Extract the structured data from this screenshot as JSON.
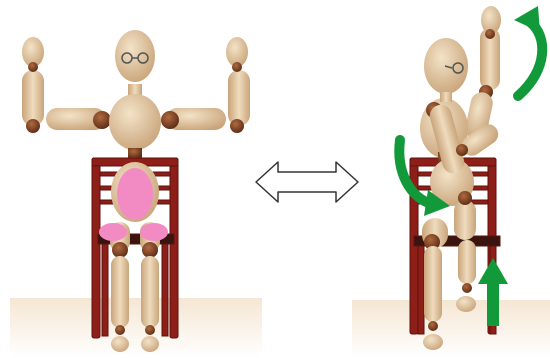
{
  "scene": {
    "left_figure": {
      "pose": "seated-arms-raised",
      "highlight_color": "#f28bc4",
      "highlighted_regions": [
        "abdomen",
        "left-thigh",
        "right-thigh"
      ]
    },
    "right_figure": {
      "pose": "seated-twist-with-knee-raise",
      "arrow_color": "#129a3a",
      "arrows": [
        "arm-raise-curve-arrow",
        "torso-twist-curve-arrow",
        "knee-lift-up-arrow"
      ]
    },
    "transition_icon": "double-headed-arrow-icon",
    "colors": {
      "wood": "#e6c9a0",
      "wood_shade": "#c9a47a",
      "joint": "#8a4a2a",
      "chair": "#8e1f18",
      "floor": "#f5e6d3"
    }
  }
}
